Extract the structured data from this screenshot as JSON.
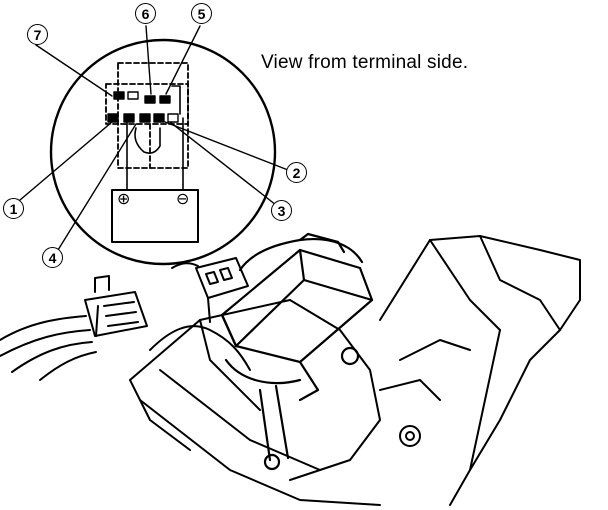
{
  "caption": "View from terminal side.",
  "callouts": {
    "c1": "1",
    "c2": "2",
    "c3": "3",
    "c4": "4",
    "c5": "5",
    "c6": "6",
    "c7": "7"
  },
  "battery": {
    "positive_symbol": "⊕",
    "negative_symbol": "⊖"
  }
}
